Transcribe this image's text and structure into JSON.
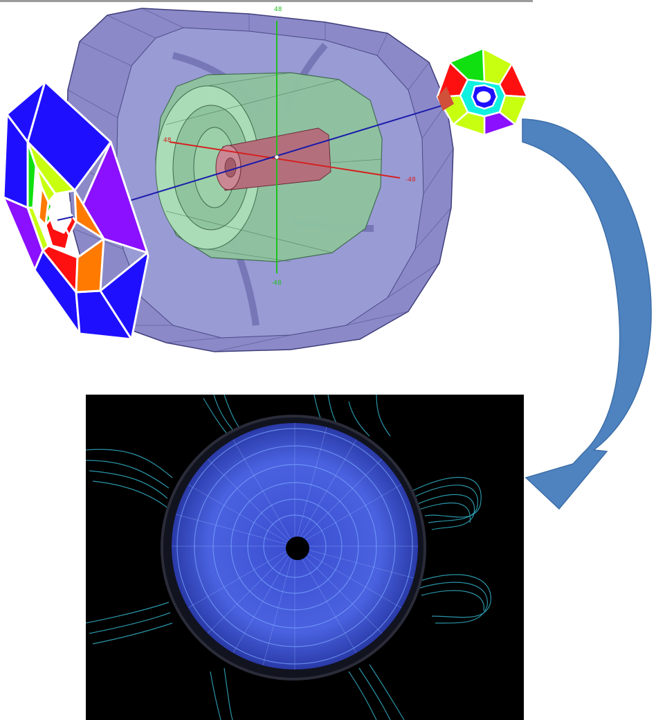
{
  "axis_labels": {
    "y_top": "48",
    "y_bottom": "-48",
    "x_left": "48",
    "x_right": "-48"
  },
  "colors": {
    "barrel_outer": "#8c89c9",
    "barrel_inner": "#8f92c8",
    "inner_tracker": "#8fc49f",
    "beam_pipe": "#b3707c",
    "axis_x": "#d62020",
    "axis_y": "#1fbf1f",
    "axis_z": "#1a1aaa",
    "endcap_blue": "#1e10ff",
    "endcap_violet": "#8a10ff",
    "endcap_orange": "#ff7a00",
    "endcap_red": "#ff1010",
    "endcap_yellow_green": "#c8ff10",
    "endcap_green": "#10e010",
    "endcap_cyan": "#10f0e0",
    "arrow_fill": "#4f83c0",
    "photo_background": "#000000",
    "photo_disc": "#3c4fd6",
    "photo_fibers": "#39c6e0"
  },
  "icons": {
    "arrow": "curved-arrow-down-left-icon"
  }
}
